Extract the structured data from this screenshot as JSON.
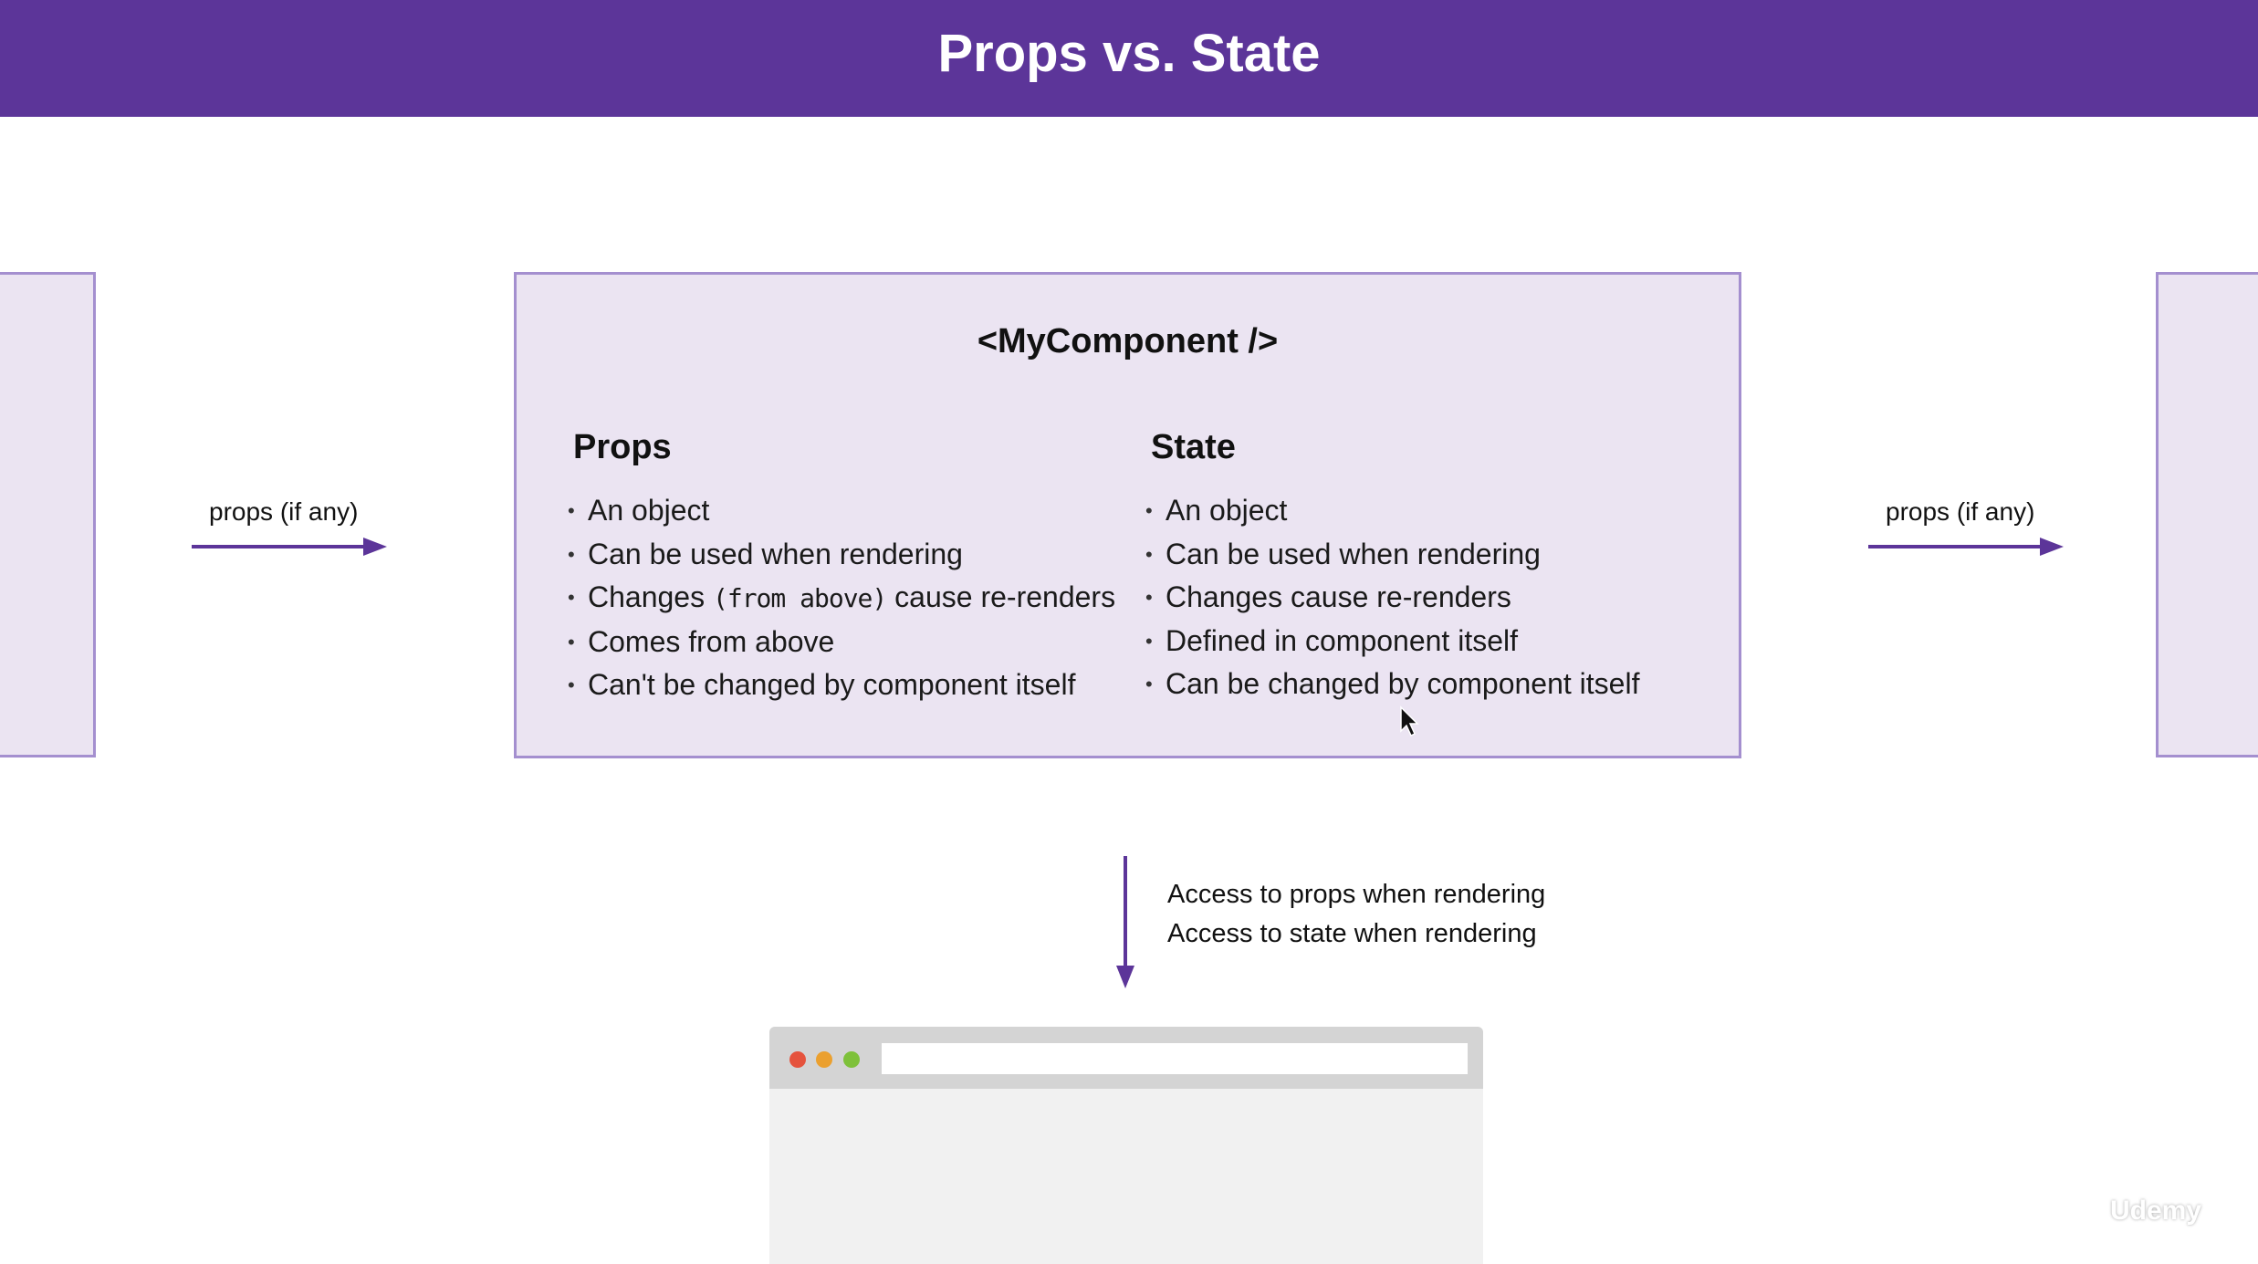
{
  "header": {
    "title": "Props vs. State"
  },
  "left_arrow": {
    "label": "props (if any)"
  },
  "right_arrow": {
    "label": "props (if any)"
  },
  "component": {
    "title": "<MyComponent />",
    "props": {
      "heading": "Props",
      "items": [
        {
          "text": "An object"
        },
        {
          "text": "Can be used when rendering"
        },
        {
          "pre": "Changes ",
          "hand": "(from above)",
          "post": " cause re-renders"
        },
        {
          "text": "Comes from above"
        },
        {
          "text": "Can't be changed by component itself"
        }
      ]
    },
    "state": {
      "heading": "State",
      "items": [
        {
          "text": "An object"
        },
        {
          "text": "Can be used when rendering"
        },
        {
          "text": "Changes cause re-renders"
        },
        {
          "text": "Defined in component itself"
        },
        {
          "text": "Can be changed by component itself"
        }
      ]
    }
  },
  "access": {
    "line1": "Access to props when rendering",
    "line2": "Access to state when rendering"
  },
  "colors": {
    "header_bg": "#5c3599",
    "box_fill": "#ebe4f2",
    "box_border": "#a48fcf",
    "arrow": "#5c3599"
  },
  "watermark": "Udemy"
}
